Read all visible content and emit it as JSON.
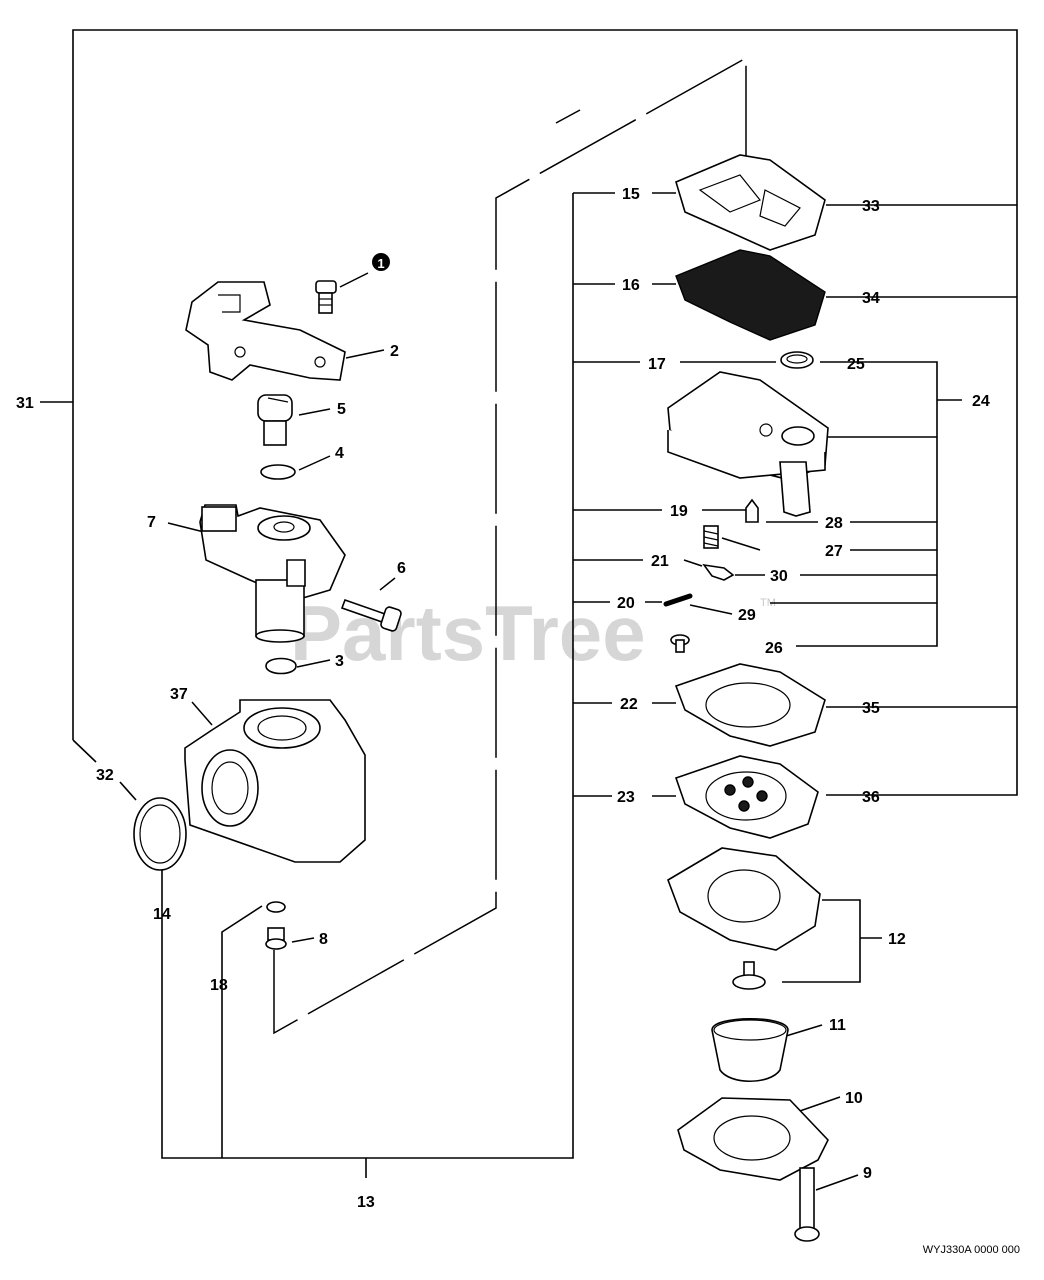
{
  "watermark": "PartsTree",
  "watermark_tm": "TM",
  "diagram_code": "WYJ330A 0000 000",
  "callouts": {
    "c1": "1",
    "c2": "2",
    "c3": "3",
    "c4": "4",
    "c5": "5",
    "c6": "6",
    "c7": "7",
    "c8": "8",
    "c9": "9",
    "c10": "10",
    "c11": "11",
    "c12": "12",
    "c13": "13",
    "c14": "14",
    "c15": "15",
    "c16": "16",
    "c17": "17",
    "c18": "18",
    "c19": "19",
    "c20": "20",
    "c21": "21",
    "c22": "22",
    "c23": "23",
    "c24": "24",
    "c25": "25",
    "c26": "26",
    "c27": "27",
    "c28": "28",
    "c29": "29",
    "c30": "30",
    "c31": "31",
    "c32": "32",
    "c33": "33",
    "c34": "34",
    "c35": "35",
    "c36": "36",
    "c37": "37"
  }
}
